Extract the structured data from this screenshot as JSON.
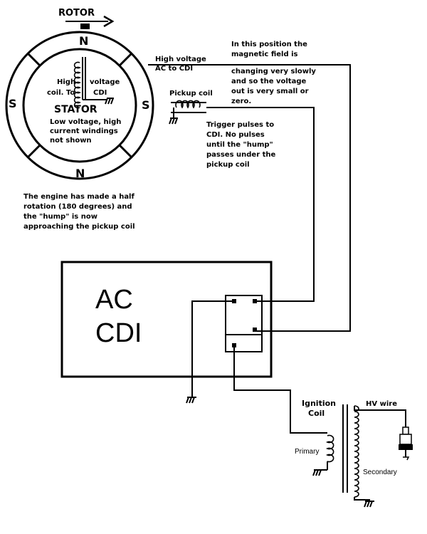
{
  "labels": {
    "rotor": "ROTOR",
    "pole_n_top": "N",
    "pole_n_bottom": "N",
    "pole_s_left": "S",
    "pole_s_right": "S",
    "hv_coil_1": "High",
    "hv_coil_2": "voltage",
    "hv_coil_3": "coil. To",
    "hv_coil_4": "CDI",
    "stator": "STATOR",
    "stator_note_1": "Low voltage, high",
    "stator_note_2": "current windings",
    "stator_note_3": "not shown",
    "hv_ac_1": "High voltage",
    "hv_ac_2": "AC to CDI",
    "pickup_coil": "Pickup coil",
    "field_note_1": "In this position the",
    "field_note_2": "magnetic field is",
    "field_note_3": "changing very slowly",
    "field_note_4": "and so the voltage",
    "field_note_5": "out is very small or",
    "field_note_6": "zero.",
    "trigger_note_1": "Trigger pulses to",
    "trigger_note_2": "CDI.  No pulses",
    "trigger_note_3": "until the \"hump\"",
    "trigger_note_4": "passes under the",
    "trigger_note_5": "pickup coil",
    "engine_note_1": "The engine has made a half",
    "engine_note_2": "rotation (180 degrees) and",
    "engine_note_3": "the \"hump\" is now",
    "engine_note_4": "approaching the pickup coil",
    "cdi_1": "AC",
    "cdi_2": "CDI",
    "ignition_coil_1": "Ignition",
    "ignition_coil_2": "Coil",
    "hv_wire": "HV wire",
    "primary": "Primary",
    "secondary": "Secondary"
  }
}
